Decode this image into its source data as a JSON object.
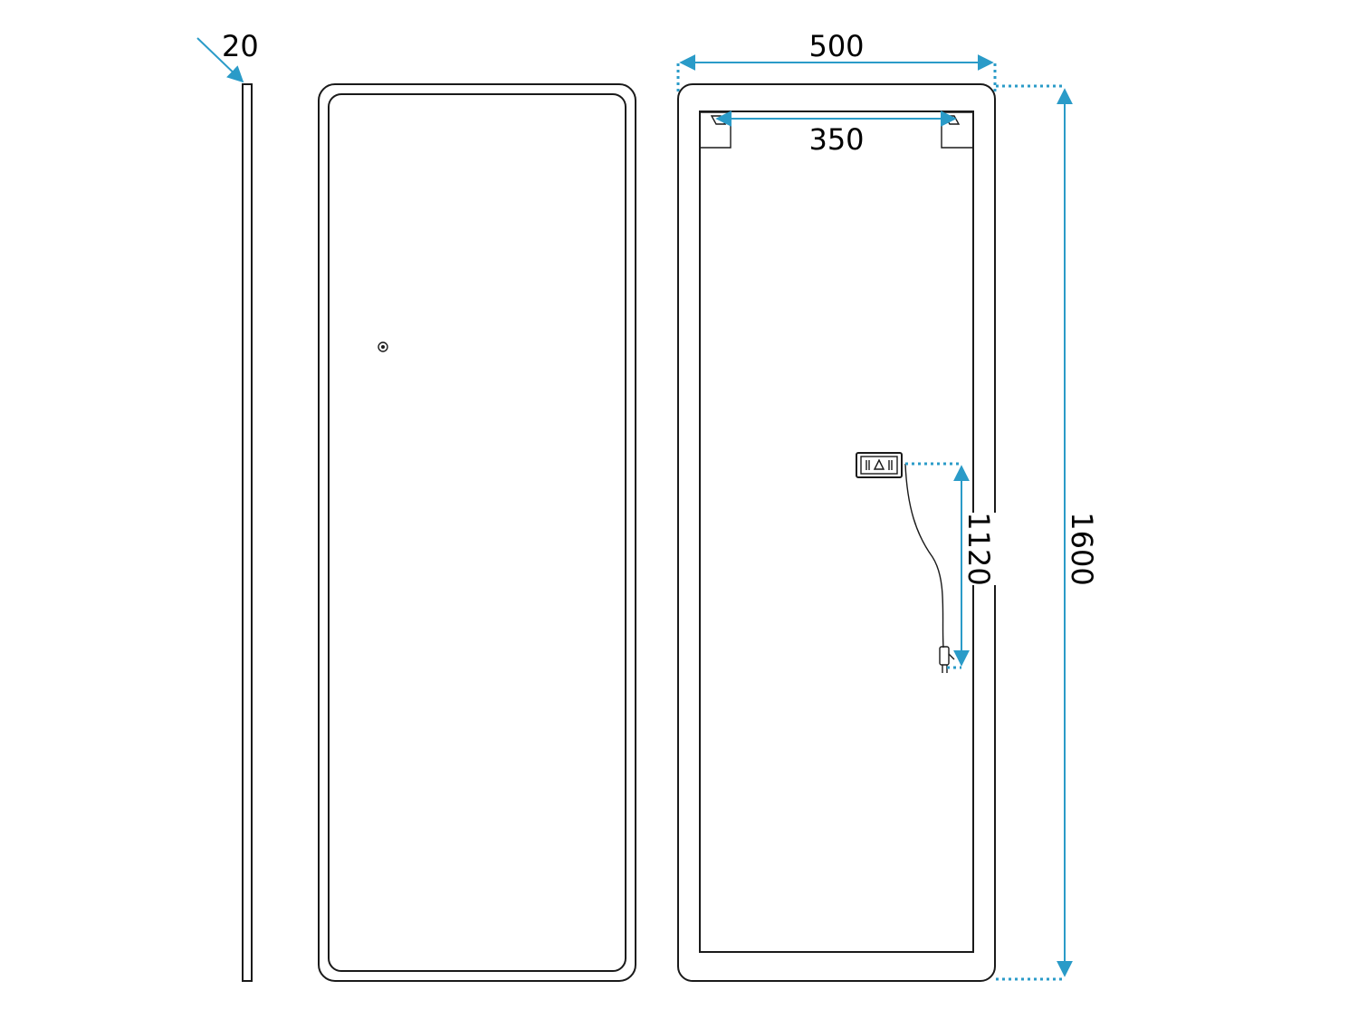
{
  "dimensions": {
    "thickness": "20",
    "width": "500",
    "hanger_spacing": "350",
    "switch_height": "1120",
    "height": "1600"
  },
  "colors": {
    "dimension_line": "#2a9bc8",
    "outline": "#1a1a1a"
  },
  "icons": {
    "touch_sensor": "touch-sensor-icon",
    "switch_box": "switch-box-icon",
    "power_plug": "power-plug-icon"
  }
}
